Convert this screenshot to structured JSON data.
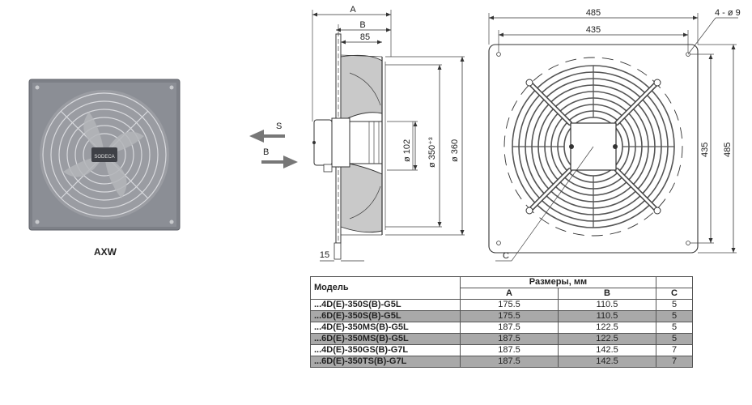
{
  "product_photo": {
    "caption": "AXW",
    "logo_text": "SODECA"
  },
  "side_view": {
    "dim_A": "A",
    "dim_B": "B",
    "dim_85": "85",
    "dim_15": "15",
    "dim_102": "ø 102",
    "dim_350": "ø 350⁺³",
    "dim_360": "ø 360",
    "arrow_S": "S",
    "arrow_B": "B"
  },
  "front_view": {
    "dim_485_top": "485",
    "dim_435_top": "435",
    "holes": "4 - ø 9",
    "dim_435_side": "435",
    "dim_485_side": "485",
    "label_C": "C"
  },
  "table": {
    "header_model": "Модель",
    "header_sizes": "Размеры, мм",
    "col_A": "A",
    "col_B": "B",
    "col_C": "C",
    "rows": [
      {
        "model": "...4D(E)-350S(B)-G5L",
        "A": "175.5",
        "B": "110.5",
        "C": "5",
        "shaded": false
      },
      {
        "model": "...6D(E)-350S(B)-G5L",
        "A": "175.5",
        "B": "110.5",
        "C": "5",
        "shaded": true
      },
      {
        "model": "...4D(E)-350MS(B)-G5L",
        "A": "187.5",
        "B": "122.5",
        "C": "5",
        "shaded": false
      },
      {
        "model": "...6D(E)-350MS(B)-G5L",
        "A": "187.5",
        "B": "122.5",
        "C": "5",
        "shaded": true
      },
      {
        "model": "...4D(E)-350GS(B)-G7L",
        "A": "187.5",
        "B": "142.5",
        "C": "7",
        "shaded": false
      },
      {
        "model": "...6D(E)-350TS(B)-G7L",
        "A": "187.5",
        "B": "142.5",
        "C": "7",
        "shaded": true
      }
    ]
  }
}
